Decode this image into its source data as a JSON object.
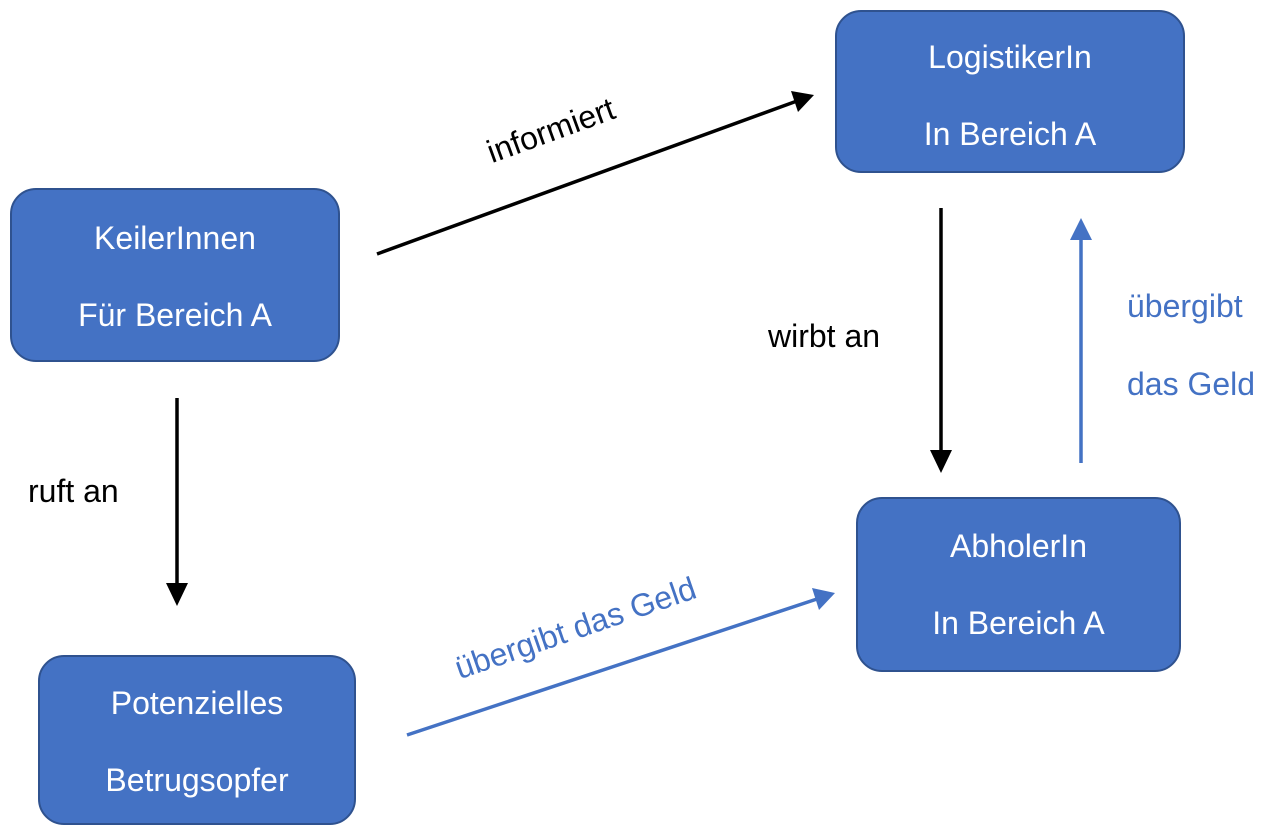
{
  "nodes": {
    "keiler": {
      "line1": "KeilerInnen",
      "line2": "Für Bereich A"
    },
    "logistiker": {
      "line1": "LogistikerIn",
      "line2": "In Bereich A"
    },
    "abholer": {
      "line1": "AbholerIn",
      "line2": "In Bereich A"
    },
    "opfer": {
      "line1": "Potenzielles",
      "line2": "Betrugsopfer"
    }
  },
  "edges": {
    "informiert": "informiert",
    "ruft_an": "ruft an",
    "wirbt_an": "wirbt an",
    "uebergibt_vertical_line1": "übergibt",
    "uebergibt_vertical_line2": "das Geld",
    "uebergibt_diagonal": "übergibt das Geld"
  },
  "colors": {
    "node_fill": "#4472c4",
    "node_border": "#2f528f",
    "node_text": "#ffffff",
    "arrow_black": "#000000",
    "arrow_blue": "#4472c4"
  }
}
